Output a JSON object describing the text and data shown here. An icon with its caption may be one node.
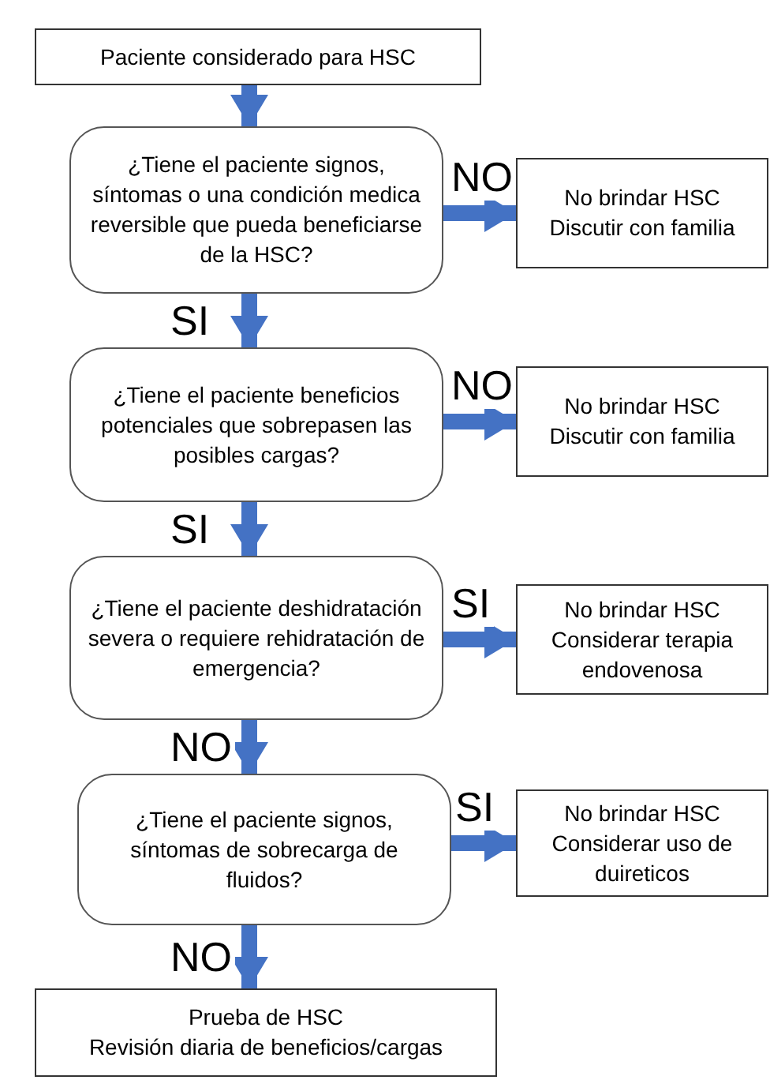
{
  "diagram": {
    "nodes": [
      {
        "text": [
          "Paciente considerado para HSC"
        ]
      },
      {
        "text": [
          "¿Tiene el paciente signos, síntomas o una condición medica reversible que pueda beneficiarse de la HSC?"
        ]
      },
      {
        "text": [
          "No brindar HSC",
          "Discutir con familia"
        ]
      },
      {
        "text": [
          "¿Tiene el paciente beneficios potenciales que sobrepasen las posibles cargas?"
        ]
      },
      {
        "text": [
          "No brindar HSC",
          "Discutir con familia"
        ]
      },
      {
        "text": [
          "¿Tiene el paciente deshidratación severa o requiere rehidratación de emergencia?"
        ]
      },
      {
        "text": [
          "No brindar HSC",
          "Considerar terapia endovenosa"
        ]
      },
      {
        "text": [
          "¿Tiene el paciente signos, síntomas de sobrecarga de fluidos?"
        ]
      },
      {
        "text": [
          "No brindar HSC",
          "Considerar uso de duireticos"
        ]
      },
      {
        "text": [
          "Prueba de HSC",
          "Revisión diaria de beneficios/cargas"
        ]
      }
    ],
    "edges": [
      {
        "from": 0,
        "to": 1,
        "arrow": "to"
      },
      {
        "from": 1,
        "to": 2,
        "arrow": "to",
        "label": "NO"
      },
      {
        "from": 1,
        "to": 3,
        "arrow": "to",
        "label": "SI"
      },
      {
        "from": 3,
        "to": 4,
        "arrow": "to",
        "label": "NO"
      },
      {
        "from": 3,
        "to": 5,
        "arrow": "to",
        "label": "SI"
      },
      {
        "from": 5,
        "to": 6,
        "arrow": "to",
        "label": "SI"
      },
      {
        "from": 5,
        "to": 7,
        "arrow": "to",
        "label": "NO"
      },
      {
        "from": 7,
        "to": 8,
        "arrow": "to",
        "label": "SI"
      },
      {
        "from": 7,
        "to": 9,
        "arrow": "to",
        "label": "NO"
      }
    ]
  }
}
